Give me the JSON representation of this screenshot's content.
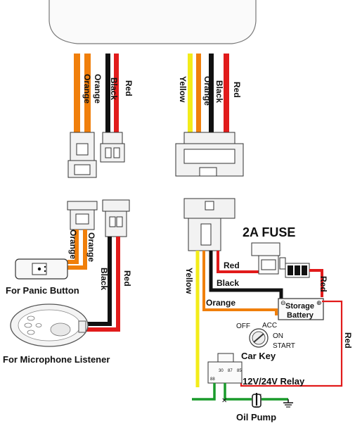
{
  "colors": {
    "orange": "#f07f0b",
    "black": "#111111",
    "red": "#e11b1b",
    "yellow": "#f3ec1a",
    "green": "#1a9b2c",
    "connector": "#f2f2f2",
    "outline": "#333333"
  },
  "top_left_wires": {
    "w1": "Orange",
    "w2": "Orange",
    "w3": "Black",
    "w4": "Red"
  },
  "top_right_wires": {
    "w1": "Yellow",
    "w2": "Orange",
    "w3": "Black",
    "w4": "Red"
  },
  "panic": {
    "w1": "Orange",
    "w2": "Orange",
    "label": "For Panic Button"
  },
  "mic": {
    "w1": "Black",
    "w2": "Red",
    "label": "For Microphone Listener"
  },
  "power": {
    "yellow": "Yellow",
    "red": "Red",
    "black": "Black",
    "orange": "Orange",
    "red_right": "Red",
    "red_far": "Red"
  },
  "fuse": {
    "label": "2A FUSE"
  },
  "battery": {
    "line1": "Storage",
    "line2": "Battery",
    "minus": "⊖",
    "plus": "⊕"
  },
  "key": {
    "off": "OFF",
    "acc": "ACC",
    "on": "ON",
    "start": "START",
    "label": "Car Key"
  },
  "relay": {
    "label": "12V/24V Relay",
    "p88": "88",
    "p30": "30",
    "p87": "87",
    "p85": "85"
  },
  "pump": {
    "label": "Oil Pump",
    "minus": "-"
  }
}
